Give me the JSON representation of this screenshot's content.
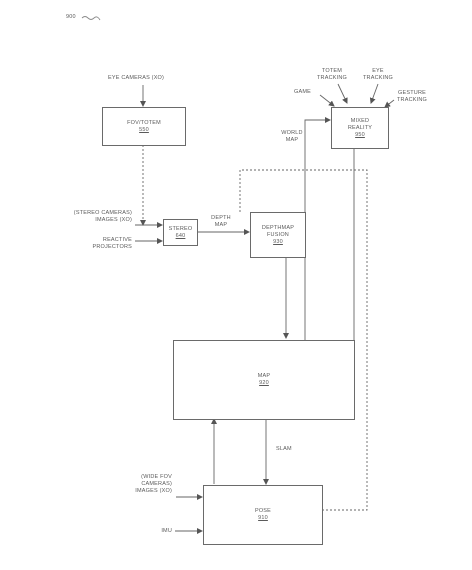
{
  "figure_number": "900",
  "boxes": {
    "fov_totem": {
      "title": "FOV/TOTEM",
      "ref": "550"
    },
    "stereo": {
      "title": "STEREO",
      "ref": "640"
    },
    "depth_fusion": {
      "title_line1": "DEPTHMAP",
      "title_line2": "FUSION",
      "ref": "930"
    },
    "mixed_reality": {
      "title_line1": "MIXED",
      "title_line2": "REALITY",
      "ref": "950"
    },
    "map": {
      "title": "MAP",
      "ref": "920"
    },
    "pose": {
      "title": "POSE",
      "ref": "910"
    }
  },
  "labels": {
    "eye_cameras": "EYE CAMERAS (XO)",
    "stereo_images_1": "(STEREO CAMERAS)",
    "stereo_images_2": "IMAGES (XO)",
    "projectors_1": "REACTIVE",
    "projectors_2": "PROJECTORS",
    "depth_map_1": "DEPTH",
    "depth_map_2": "MAP",
    "world_map_1": "WORLD",
    "world_map_2": "MAP",
    "totem_1": "TOTEM",
    "totem_2": "TRACKING",
    "eye_1": "EYE",
    "eye_2": "TRACKING",
    "game": "GAME",
    "gesture_1": "GESTURE",
    "gesture_2": "TRACKING",
    "slam": "SLAM",
    "wide_fov_1": "(WIDE FOV",
    "wide_fov_2": "CAMERAS)",
    "wide_fov_3": "IMAGES (XO)",
    "imu": "IMU"
  }
}
